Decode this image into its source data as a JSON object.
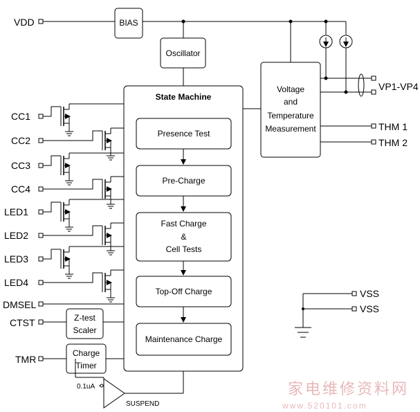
{
  "pins": {
    "vdd": "VDD",
    "cc1": "CC1",
    "cc2": "CC2",
    "cc3": "CC3",
    "cc4": "CC4",
    "led1": "LED1",
    "led2": "LED2",
    "led3": "LED3",
    "led4": "LED4",
    "dmsel": "DMSEL",
    "ctst": "CTST",
    "tmr": "TMR",
    "vp": "VP1-VP4",
    "thm1": "THM 1",
    "thm2": "THM 2",
    "vss1": "VSS",
    "vss2": "VSS"
  },
  "blocks": {
    "bias": "BIAS",
    "oscillator": "Oscillator",
    "state_machine": "State Machine",
    "voltage_line1": "Voltage",
    "voltage_line2": "and",
    "voltage_line3": "Temperature",
    "voltage_line4": "Measurement",
    "ztest_line1": "Z-test",
    "ztest_line2": "Scaler",
    "timer_line1": "Charge",
    "timer_line2": "Timer"
  },
  "states": {
    "presence": "Presence Test",
    "precharge": "Pre-Charge",
    "fast_line1": "Fast Charge",
    "fast_line2": "&",
    "fast_line3": "Cell Tests",
    "topoff": "Top-Off Charge",
    "maintenance": "Maintenance Charge"
  },
  "comparator": {
    "current": "0.1uA",
    "suspend": "SUSPEND"
  },
  "watermark": {
    "line1": "家电维修资料网",
    "line2": "www.520101.com"
  }
}
